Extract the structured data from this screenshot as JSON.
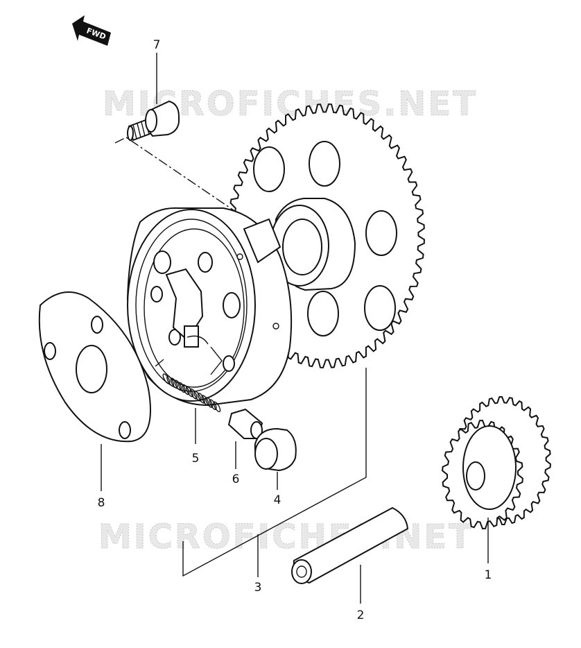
{
  "watermarks": [
    "MICROFICHES.NET",
    "MICROFICHES.NET"
  ],
  "direction_label": "FWD",
  "callouts": [
    {
      "id": "1",
      "label": "1"
    },
    {
      "id": "2",
      "label": "2"
    },
    {
      "id": "3",
      "label": "3"
    },
    {
      "id": "4",
      "label": "4"
    },
    {
      "id": "5",
      "label": "5"
    },
    {
      "id": "6",
      "label": "6"
    },
    {
      "id": "7",
      "label": "7"
    },
    {
      "id": "8",
      "label": "8"
    }
  ],
  "icons": {
    "direction": "forward-arrow-icon"
  }
}
